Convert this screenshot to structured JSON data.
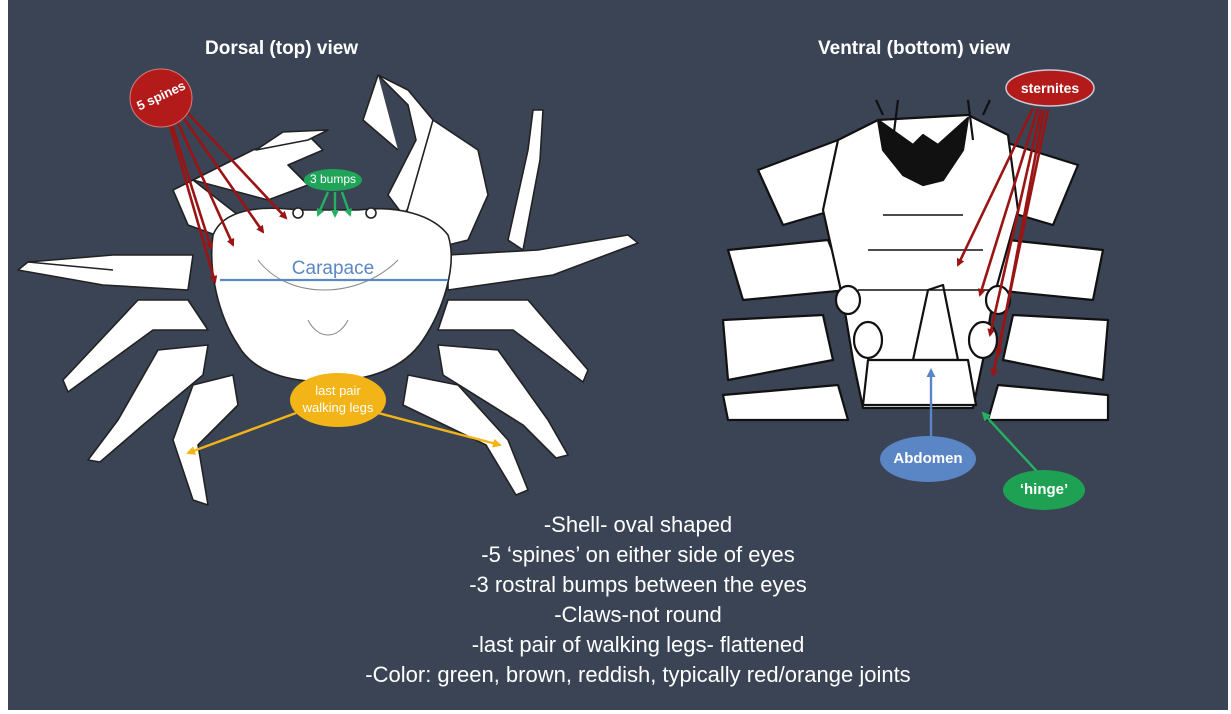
{
  "titles": {
    "dorsal": "Dorsal  (top) view",
    "ventral": "Ventral  (bottom) view"
  },
  "labels": {
    "spines": "5 spines",
    "bumps": "3 bumps",
    "carapace": "Carapace",
    "last_pair_line1": "last pair",
    "last_pair_line2": "walking legs",
    "sternites": "sternites",
    "abdomen": "Abdomen",
    "hinge": "‘hinge’"
  },
  "notes": [
    "-Shell- oval shaped",
    "-5 ‘spines’ on either side of eyes",
    "-3 rostral bumps between the eyes",
    "-Claws-not round",
    "-last pair of walking legs- flattened",
    "-Color: green, brown, reddish, typically red/orange joints"
  ],
  "colors": {
    "background": "#3a4454",
    "spines_red": "#b31b1b",
    "arrow_red": "#9b1414",
    "bumps_green": "#1fa45a",
    "carapace_blue": "#5b87c5",
    "legs_yellow": "#f2b416",
    "abdomen_blue": "#5a86c6",
    "hinge_green": "#1ea152"
  }
}
